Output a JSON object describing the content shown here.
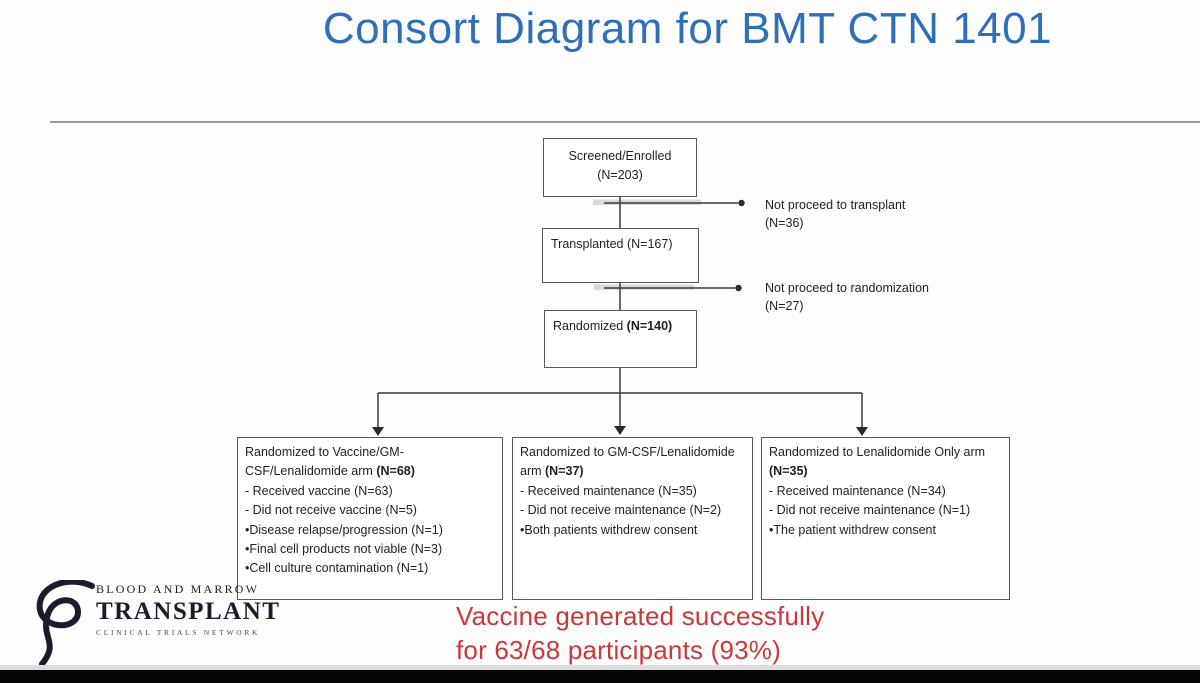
{
  "slide": {
    "title": "Consort Diagram for BMT CTN 1401",
    "highlight_line1": "Vaccine generated successfully",
    "highlight_line2": "for 63/68 participants (93%)"
  },
  "colors": {
    "title_blue": "#2e6fb7",
    "highlight_red": "#c9383a",
    "box_border": "#58585e",
    "connector": "#3a3a3a"
  },
  "logo": {
    "line1": "BLOOD AND MARROW",
    "line2": "TRANSPLANT",
    "line3": "CLINICAL TRIALS NETWORK"
  },
  "flow": {
    "screened": {
      "name": "Screened/Enrolled",
      "n": "(N=203)"
    },
    "transplanted": {
      "label": "Transplanted (N=167)"
    },
    "randomized": {
      "label": "Randomized",
      "n": "(N=140)"
    },
    "not_transplant": {
      "line1": "Not proceed to transplant",
      "line2": "(N=36)"
    },
    "not_randomization": {
      "line1": "Not proceed to randomization",
      "line2": "(N=27)"
    },
    "arm_vaccine": {
      "title": "Randomized to Vaccine/GM-CSF/Lenalidomide arm",
      "n": "(N=68)",
      "items": [
        "- Received vaccine (N=63)",
        "- Did not receive vaccine (N=5)",
        "•Disease relapse/progression (N=1)",
        "•Final cell products not viable (N=3)",
        "•Cell culture contamination (N=1)"
      ]
    },
    "arm_gmcsf": {
      "title": "Randomized to GM-CSF/Lenalidomide arm",
      "n": "(N=37)",
      "items": [
        "- Received maintenance (N=35)",
        "- Did not receive maintenance (N=2)",
        "•Both patients withdrew consent"
      ]
    },
    "arm_lenalidomide": {
      "title": "Randomized to Lenalidomide Only arm",
      "n": "(N=35)",
      "items": [
        "- Received maintenance (N=34)",
        "- Did not receive maintenance (N=1)",
        "•The patient withdrew consent"
      ]
    }
  }
}
